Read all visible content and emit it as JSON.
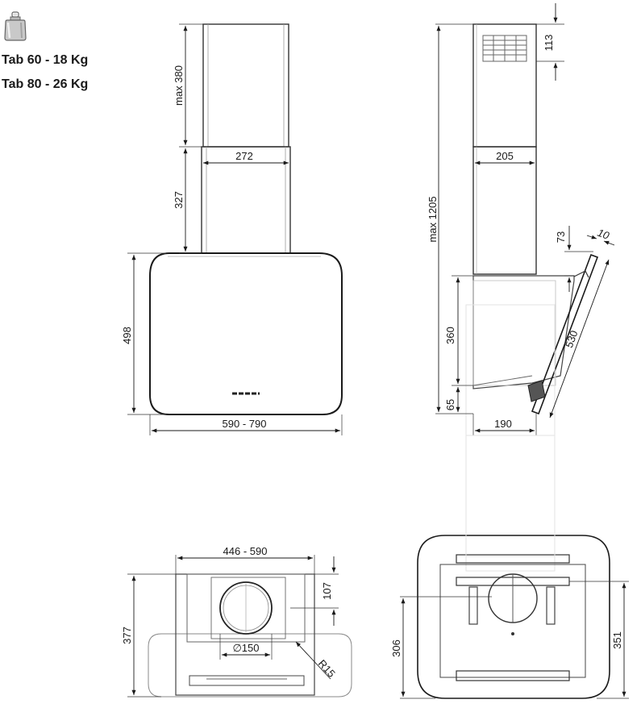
{
  "spec": {
    "icon": "weight-icon",
    "lines": [
      "Tab 60 - 18 Kg",
      "Tab 80 - 26 Kg"
    ]
  },
  "front_view": {
    "chimney_height_upper": "max 380",
    "chimney_height_lower": "327",
    "chimney_width": "272",
    "hood_height": "498",
    "hood_width": "590 - 790"
  },
  "side_view": {
    "total_height": "max 1205",
    "grille_height": "113",
    "chimney_depth": "205",
    "top_offset": "73",
    "panel_thickness": "10",
    "panel_length": "530",
    "body_height": "360",
    "bottom_height": "65",
    "bottom_depth": "190"
  },
  "top_view_left": {
    "outer_width": "446 - 590",
    "offset": "107",
    "depth": "377",
    "duct_diameter": "∅150",
    "radius": "R15"
  },
  "top_view_right": {
    "left_depth": "306",
    "right_depth": "351"
  }
}
